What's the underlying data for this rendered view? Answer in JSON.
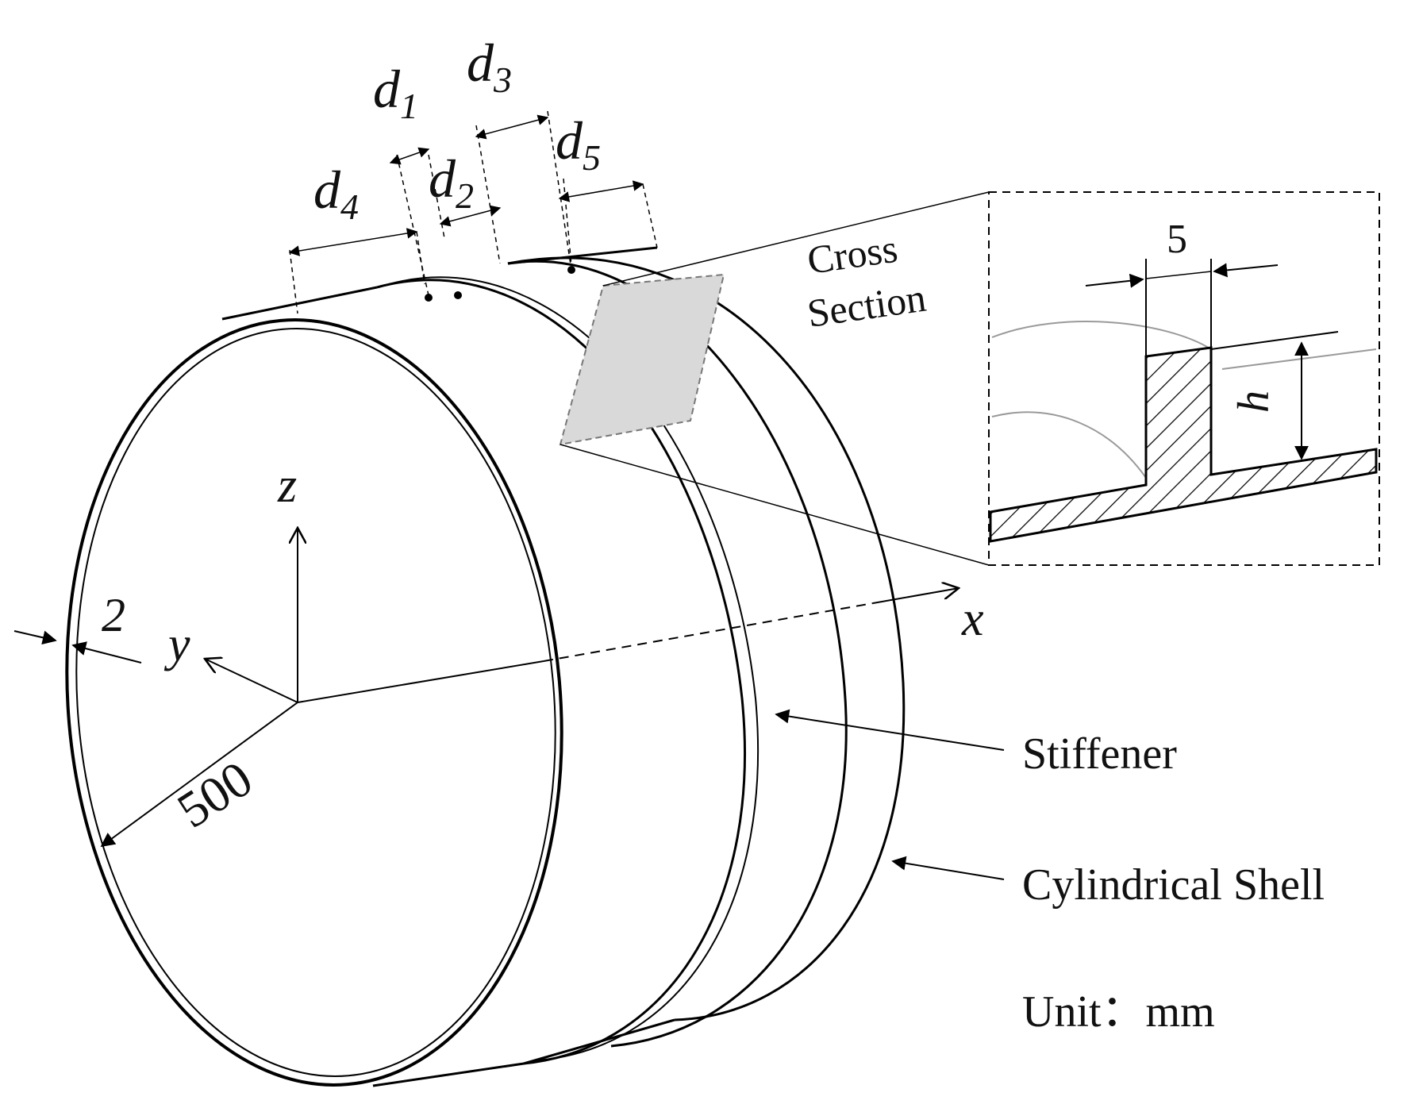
{
  "dimensions": {
    "d1": {
      "base": "d",
      "sub": "1"
    },
    "d2": {
      "base": "d",
      "sub": "2"
    },
    "d3": {
      "base": "d",
      "sub": "3"
    },
    "d4": {
      "base": "d",
      "sub": "4"
    },
    "d5": {
      "base": "d",
      "sub": "5"
    }
  },
  "axes": {
    "x": "x",
    "y": "y",
    "z": "z"
  },
  "cross_section": {
    "line1": "Cross",
    "line2": "Section",
    "width": "5",
    "height": "h"
  },
  "shell_thickness": "2",
  "radius": "500",
  "callouts": {
    "stiffener": "Stiffener",
    "shell": "Cylindrical Shell"
  },
  "unit": "Unit：mm",
  "colors": {
    "line": "#000000",
    "section_fill": "#d9d9d9",
    "thin_line": "#9a9a9a"
  }
}
